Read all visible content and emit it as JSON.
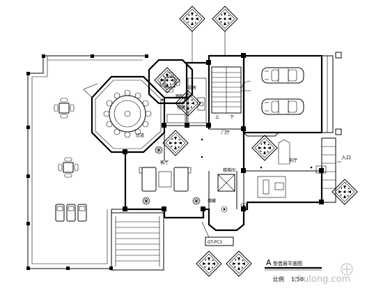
{
  "plan": {
    "title_letter": "A",
    "title": "型首层平面图",
    "scale_label": "比例",
    "scale_value": "1:50",
    "entrance_label": "入口",
    "tag_label": "GT-PC1",
    "room_labels": {
      "wine": "酒柜",
      "stair_up": "上",
      "stair_down": "下",
      "hall": "门厅",
      "living": "客厅",
      "mid": "过道",
      "stair_hall": "楼梯间",
      "elevator": "电梯",
      "storage": "储藏",
      "kitchen": "厨房",
      "foyer": "前厅"
    }
  },
  "watermark": {
    "text": "zhulong.com"
  },
  "icons": {
    "diamond_symbol": "diamond-lamp-icon",
    "car": "car-icon",
    "table_set": "table-chairs-icon",
    "plant": "plant-icon",
    "watermark_logo": "zhulong-logo-icon"
  }
}
